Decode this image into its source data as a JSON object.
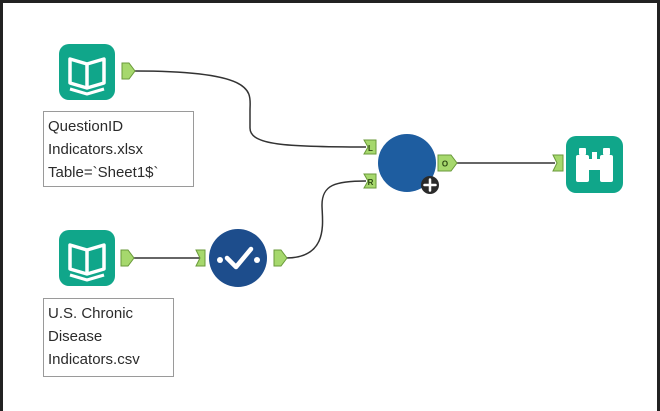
{
  "workflow": {
    "tools": [
      {
        "type": "input",
        "icon": "book-icon",
        "annotation": [
          "QuestionID",
          "Indicators.xlsx",
          "Table=`Sheet1$`"
        ]
      },
      {
        "type": "input",
        "icon": "book-icon",
        "annotation": [
          "U.S. Chronic",
          "Disease",
          "Indicators.csv"
        ]
      },
      {
        "type": "select",
        "icon": "checkmark-icon"
      },
      {
        "type": "join",
        "icon": "circle-icon",
        "input_anchors": [
          "L",
          "R"
        ],
        "output_anchor": "O"
      },
      {
        "type": "browse",
        "icon": "binoculars-icon"
      }
    ]
  },
  "colors": {
    "input_tool": "#10a68a",
    "select_tool": "#1d4d8c",
    "join_tool": "#1e5da0",
    "browse_tool": "#10a68a",
    "anchor": "#a6d86d",
    "connector": "#333333"
  }
}
